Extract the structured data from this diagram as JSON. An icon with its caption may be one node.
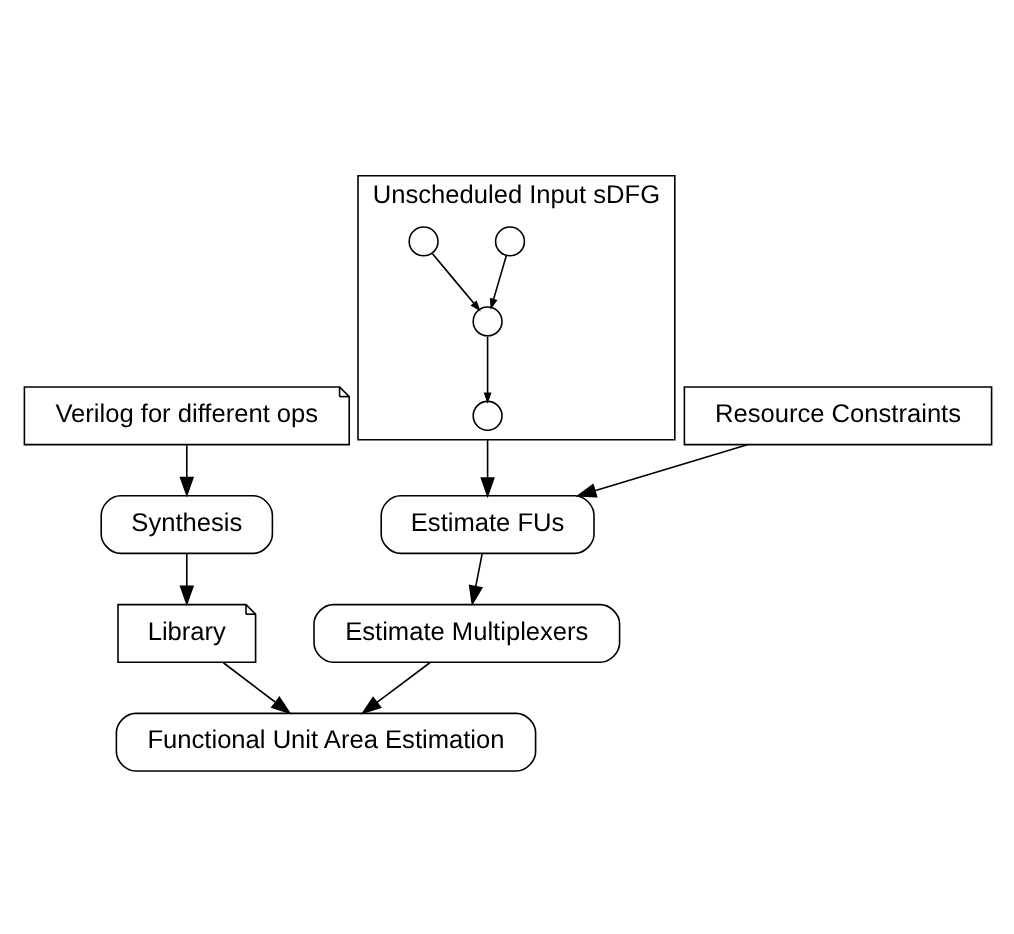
{
  "diagram": {
    "nodes": [
      {
        "text": [
          "Verilog for different ops"
        ]
      },
      {
        "text": [
          "Unscheduled Input sDFG"
        ]
      },
      {
        "text": [],
        "shape": "circle",
        "in": 1
      },
      {
        "text": [],
        "shape": "circle",
        "in": 1
      },
      {
        "text": [],
        "shape": "circle",
        "in": 1
      },
      {
        "text": [],
        "shape": "circle",
        "in": 1
      },
      {
        "text": [
          "Resource Constraints"
        ]
      },
      {
        "text": [
          "Synthesis"
        ]
      },
      {
        "text": [
          "Estimate FUs"
        ]
      },
      {
        "text": [
          "Library"
        ]
      },
      {
        "text": [
          "Estimate Multiplexers"
        ]
      },
      {
        "text": [
          "Functional Unit Area Estimation"
        ]
      }
    ],
    "edges": [
      {
        "from": 2,
        "to": 4,
        "arrow": "to"
      },
      {
        "from": 3,
        "to": 4,
        "arrow": "to"
      },
      {
        "from": 4,
        "to": 5,
        "arrow": "to"
      },
      {
        "from": 0,
        "to": 7,
        "arrow": "to"
      },
      {
        "from": 7,
        "to": 9,
        "arrow": "to"
      },
      {
        "from": 9,
        "to": 11,
        "arrow": "to"
      },
      {
        "from": 1,
        "to": 8,
        "arrow": "to"
      },
      {
        "from": 6,
        "to": 8,
        "arrow": "to"
      },
      {
        "from": 8,
        "to": 10,
        "arrow": "to"
      },
      {
        "from": 10,
        "to": 11,
        "arrow": "to"
      }
    ]
  }
}
